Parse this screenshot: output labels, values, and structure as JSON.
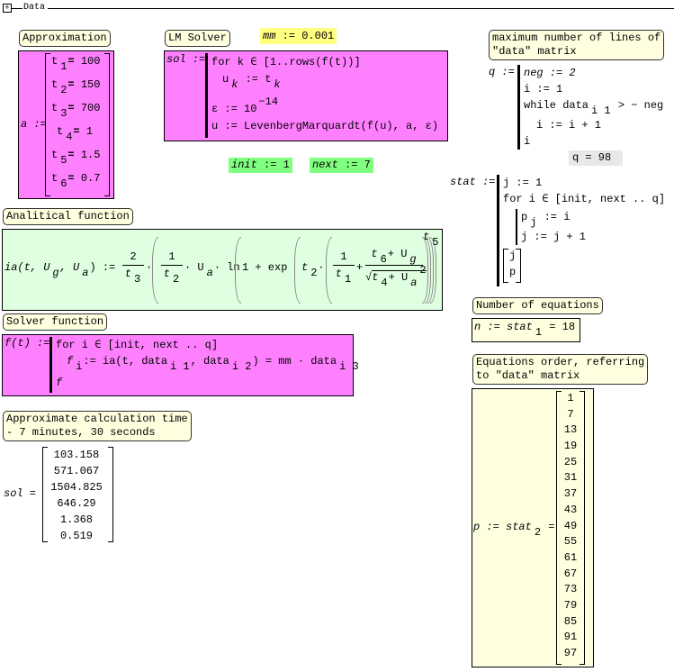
{
  "region": {
    "title": "Data",
    "expand_icon": "plus-box-icon"
  },
  "notes": {
    "approximation": "Approximation",
    "lm_solver": "LM Solver",
    "max_lines": "maximum number of lines of\n\"data\" matrix",
    "analytical": "Analitical function",
    "solver_function": "Solver function",
    "calc_time": "Approximate calculation time\n- 7 minutes, 30 seconds",
    "num_equations": "Number of equations",
    "eq_order": "Equations order, referring\nto \"data\" matrix"
  },
  "mm": {
    "name": "mm",
    "op": ":=",
    "value": "0.001"
  },
  "init": {
    "name": "init",
    "op": ":=",
    "value": "1"
  },
  "next": {
    "name": "next",
    "op": ":=",
    "value": "7"
  },
  "approx": {
    "lhs": "a :=",
    "rows": [
      {
        "var": "t",
        "sub": "1",
        "value": "100"
      },
      {
        "var": "t",
        "sub": "2",
        "value": "150"
      },
      {
        "var": "t",
        "sub": "3",
        "value": "700"
      },
      {
        "var": "t",
        "sub": "4",
        "value": "1"
      },
      {
        "var": "t",
        "sub": "5",
        "value": "1.5"
      },
      {
        "var": "t",
        "sub": "6",
        "value": "0.7"
      }
    ]
  },
  "sol_prog": {
    "lhs": "sol :=",
    "line1": "for  k ∈ [1..rows(f(t))]",
    "line2a": "u",
    "line2sub": "k",
    "line2b": ":= t",
    "line2sub2": "k",
    "line3a": "ε := 10",
    "line3sup": "−14",
    "line4": "u := LevenbergMarquardt(f(u), a, ε)"
  },
  "q_prog": {
    "lhs": "q :=",
    "line1": "neg := 2",
    "line2": "i := 1",
    "line3a": "while  data",
    "line3sub": "i 1",
    "line3b": "> − neg",
    "line4": "i := i + 1",
    "line5": "i",
    "result": "q = 98"
  },
  "stat_prog": {
    "lhs": "stat :=",
    "line1": "j := 1",
    "line2": "for  i ∈ [init, next .. q]",
    "line3a": "p",
    "line3sub": "j",
    "line3b": ":= i",
    "line4": "j := j + 1",
    "vec": [
      "j",
      "p"
    ]
  },
  "analytical": {
    "lhs": "ia(t, U",
    "lhs_sub_g": "g",
    "lhs_mid": ", U",
    "lhs_sub_a": "a",
    "lhs_end": ") :=",
    "frac1_num": "2",
    "frac1_den": "t",
    "frac1_den_sub": "3",
    "frac2_num": "1",
    "frac2_den": "t",
    "frac2_den_sub": "2",
    "ua": "· U",
    "ua_sub": "a",
    "ln": "· ln",
    "one_plus_exp": "1 + exp",
    "t2": "t",
    "t2_sub": "2",
    "frac3_num": "1",
    "frac3_den": "t",
    "frac3_den_sub": "1",
    "plus": "+",
    "frac4_num_a": "t",
    "frac4_num_sub": "6",
    "frac4_num_b": "+ U",
    "frac4_num_sub2": "g",
    "frac4_den_a": "t",
    "frac4_den_sub": "4",
    "frac4_den_b": "+ U",
    "frac4_den_sub2": "a",
    "frac4_den_sup": "2",
    "exp_t": "t",
    "exp_t_sub": "5"
  },
  "solver_fn": {
    "lhs": "f(t) :=",
    "line1": "for  i ∈ [init, next .. q]",
    "line2a": "f",
    "line2sub": "i",
    "line2b": ":= ia(t, data",
    "line2sub2": "i 1",
    "line2c": ", data",
    "line2sub3": "i 2",
    "line2d": ") = mm · data",
    "line2sub4": "i 3",
    "line3": "f"
  },
  "sol_result": {
    "lhs": "sol =",
    "values": [
      "103.158",
      "571.067",
      "1504.825",
      "646.29",
      "1.368",
      "0.519"
    ]
  },
  "n_eq": {
    "lhs": "n := stat",
    "sub": "1",
    "result": "= 18"
  },
  "p_eq": {
    "lhs": "p := stat",
    "sub": "2",
    "eq": "=",
    "values": [
      "1",
      "7",
      "13",
      "19",
      "25",
      "31",
      "37",
      "43",
      "49",
      "55",
      "61",
      "67",
      "73",
      "79",
      "85",
      "91",
      "97"
    ]
  },
  "colors": {
    "pink": "#ff80ff",
    "light_green": "#e0ffe0",
    "green": "#80ff80",
    "yellow": "#ffff80",
    "note": "#ffffe0"
  }
}
